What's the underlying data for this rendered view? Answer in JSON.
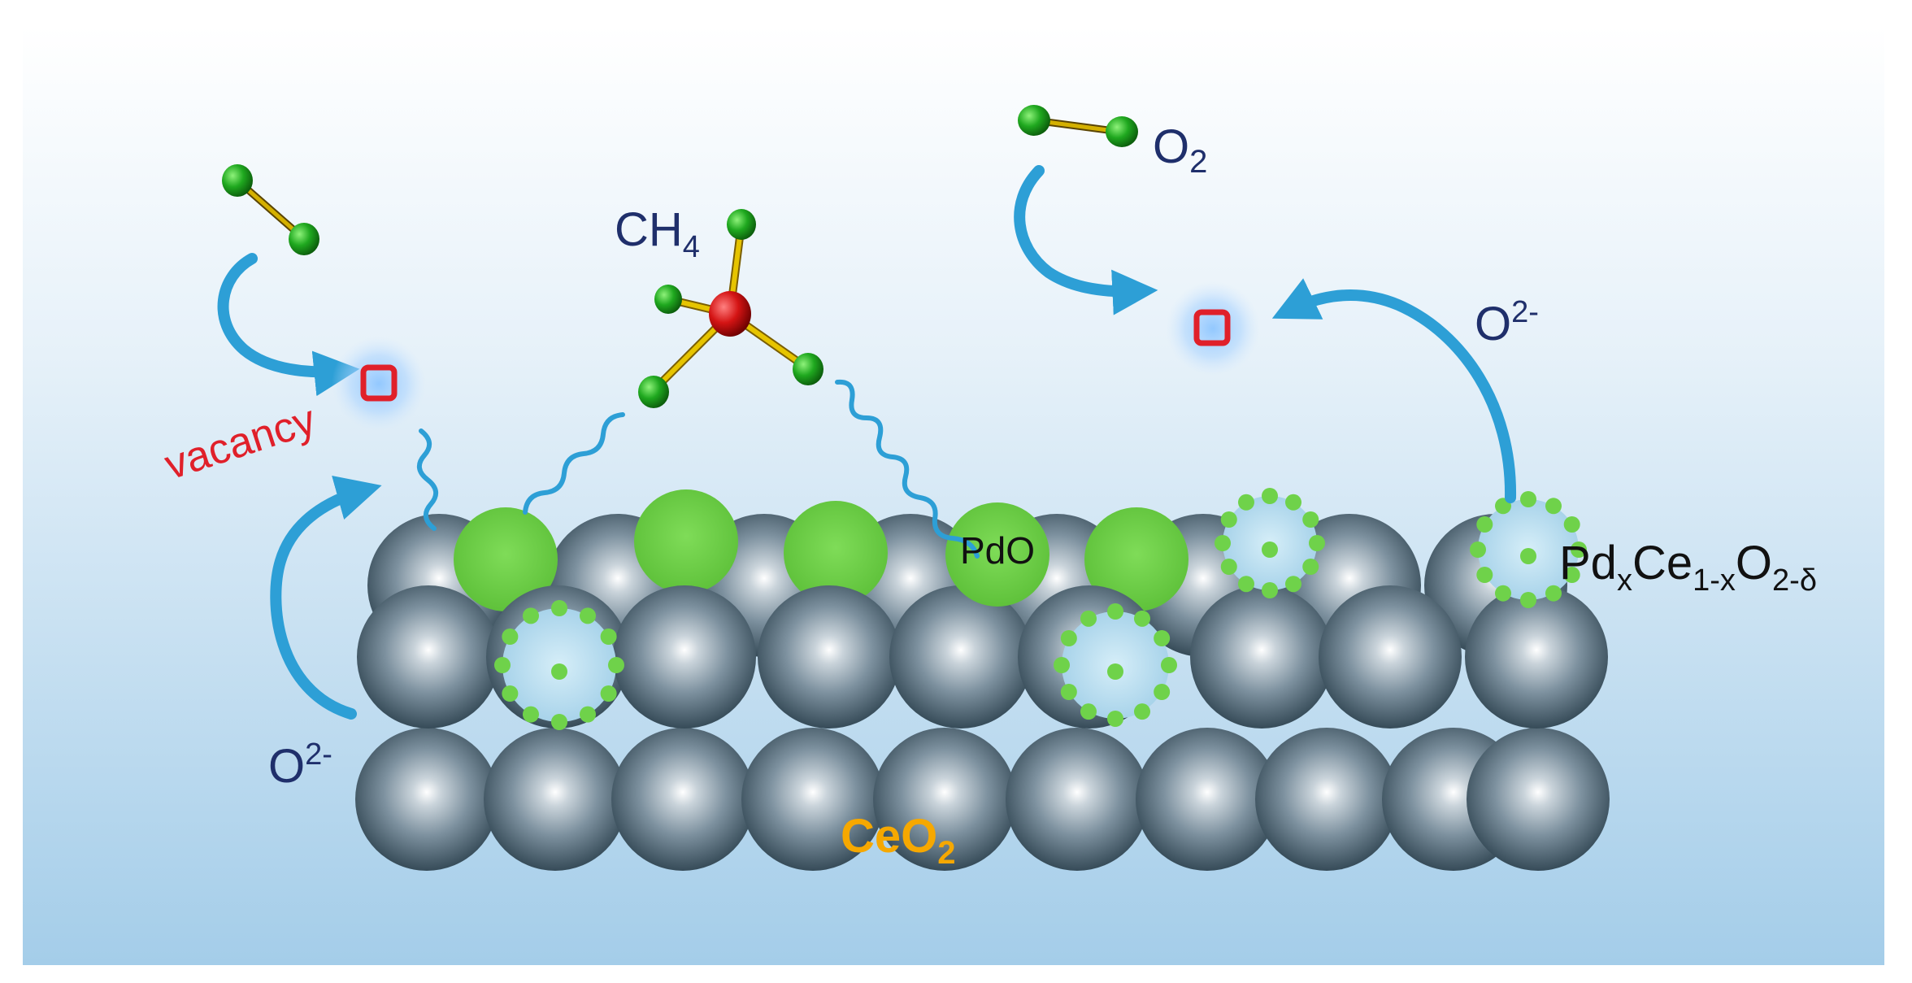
{
  "labels": {
    "vacancy": "vacancy",
    "ch4_main": "CH",
    "ch4_sub": "4",
    "o2_main": "O",
    "o2_sub": "2",
    "o2minus_right_main": "O",
    "o2minus_right_sup": "2-",
    "o2minus_left_main": "O",
    "o2minus_left_sup": "2-",
    "pdo": "PdO",
    "pdce_pd": "Pd",
    "pdce_x1": "x",
    "pdce_ce": "Ce",
    "pdce_sub2": "1-x",
    "pdce_o": "O",
    "pdce_sub3": "2-δ",
    "ceo2_main": "CeO",
    "ceo2_sub": "2"
  },
  "colors": {
    "background_top": "#ffffff",
    "background_bottom": "#9cc8e6",
    "sphere_grey": "#4f6675",
    "sphere_green": "#6fd24a",
    "arrow_blue": "#2d9fd6",
    "vacancy_red": "#e0202a",
    "label_navy": "#1f2f6b",
    "ceo2_orange": "#f6a800",
    "bond_gold": "#d4b000",
    "carbon_red": "#d41414",
    "atom_green": "#1e9f1e"
  }
}
